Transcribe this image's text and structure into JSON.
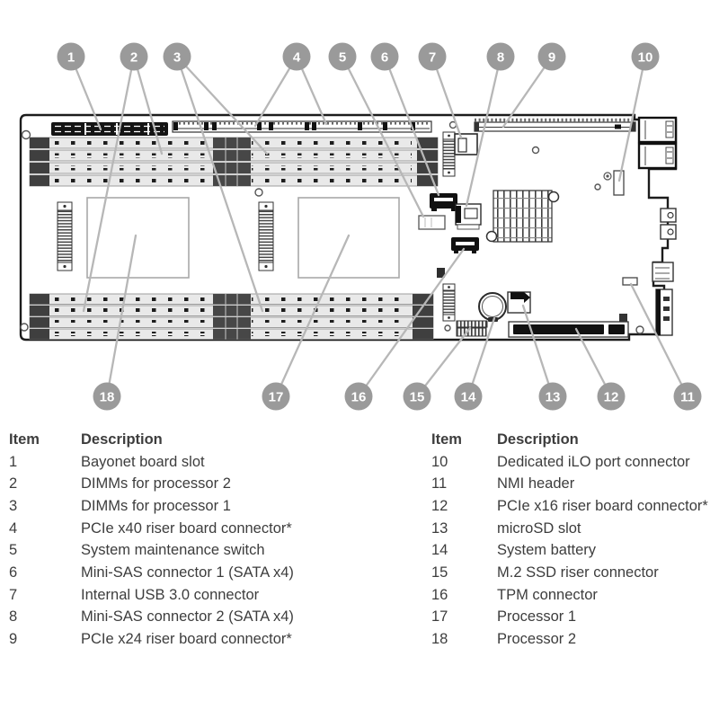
{
  "callouts": [
    {
      "n": "1"
    },
    {
      "n": "2"
    },
    {
      "n": "3"
    },
    {
      "n": "4"
    },
    {
      "n": "5"
    },
    {
      "n": "6"
    },
    {
      "n": "7"
    },
    {
      "n": "8"
    },
    {
      "n": "9"
    },
    {
      "n": "10"
    },
    {
      "n": "11"
    },
    {
      "n": "12"
    },
    {
      "n": "13"
    },
    {
      "n": "14"
    },
    {
      "n": "15"
    },
    {
      "n": "16"
    },
    {
      "n": "17"
    },
    {
      "n": "18"
    }
  ],
  "legend": {
    "left": {
      "item_header": "Item",
      "description_header": "Description",
      "rows": [
        {
          "item": "1",
          "description": "Bayonet board slot"
        },
        {
          "item": "2",
          "description": "DIMMs for processor 2"
        },
        {
          "item": "3",
          "description": "DIMMs for processor 1"
        },
        {
          "item": "4",
          "description": "PCIe x40 riser board connector*"
        },
        {
          "item": "5",
          "description": "System maintenance switch"
        },
        {
          "item": "6",
          "description": "Mini-SAS connector 1 (SATA x4)"
        },
        {
          "item": "7",
          "description": "Internal USB 3.0 connector"
        },
        {
          "item": "8",
          "description": "Mini-SAS connector 2 (SATA x4)"
        },
        {
          "item": "9",
          "description": "PCIe x24 riser board connector*"
        }
      ]
    },
    "right": {
      "item_header": "Item",
      "description_header": "Description",
      "rows": [
        {
          "item": "10",
          "description": "Dedicated iLO port connector"
        },
        {
          "item": "11",
          "description": "NMI header"
        },
        {
          "item": "12",
          "description": "PCIe x16 riser board connector*"
        },
        {
          "item": "13",
          "description": "microSD slot"
        },
        {
          "item": "14",
          "description": "System battery"
        },
        {
          "item": "15",
          "description": "M.2 SSD riser connector"
        },
        {
          "item": "16",
          "description": "TPM connector"
        },
        {
          "item": "17",
          "description": "Processor 1"
        },
        {
          "item": "18",
          "description": "Processor 2"
        }
      ]
    }
  },
  "colors": {
    "callout_fill": "#9a9a9a",
    "leader_line": "#b7b7b7",
    "line_art": "#1c1c1c",
    "text": "#3d3d3d"
  }
}
